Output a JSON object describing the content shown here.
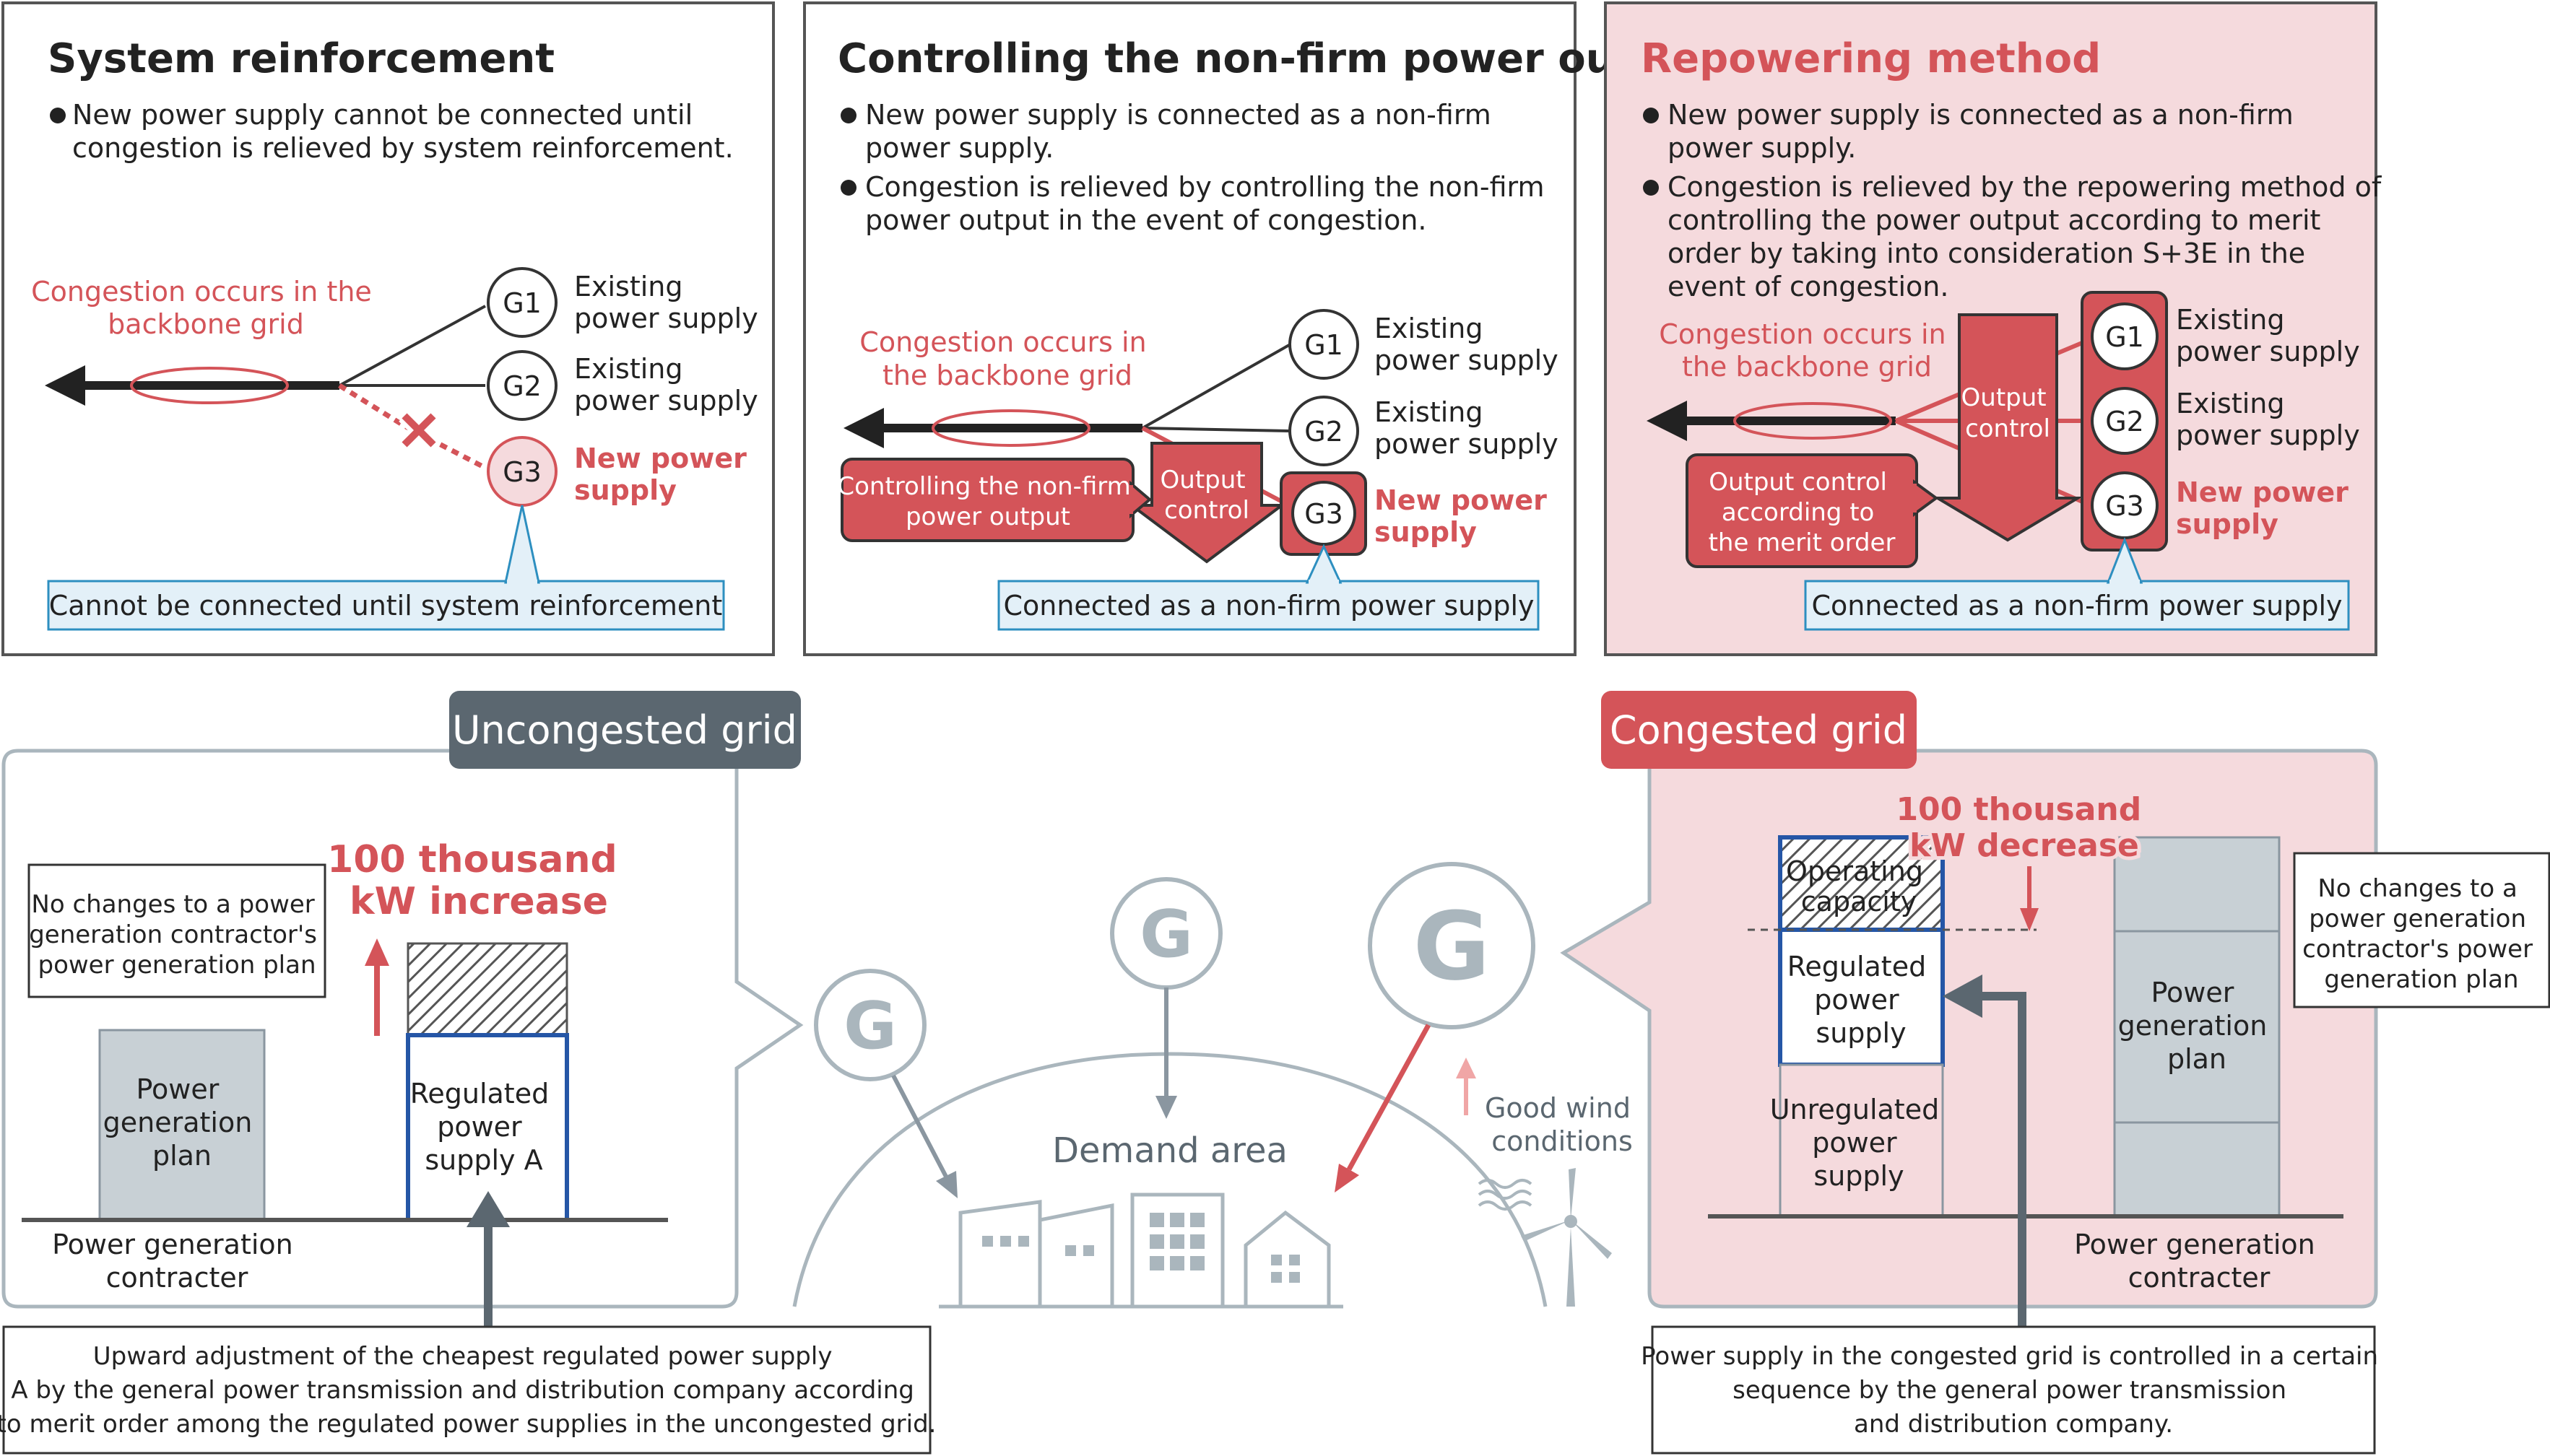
{
  "colors": {
    "red": "#d45459",
    "red_bg": "#f5dadd",
    "gray": "#aab6bd",
    "dark_gray": "#5b6770",
    "blue_frame": "#2556a6",
    "callout_bg": "#e3f0f8",
    "callout_border": "#2d8fc0"
  },
  "panel1": {
    "title": "System reinforcement",
    "bullet1": [
      "New power supply cannot be connected until",
      "congestion is relieved by system reinforcement."
    ],
    "congestion_label": [
      "Congestion occurs in the",
      "backbone grid"
    ],
    "g1": "G1",
    "g2": "G2",
    "g3": "G3",
    "existing1": [
      "Existing",
      "power supply"
    ],
    "existing2": [
      "Existing",
      "power supply"
    ],
    "new_power": [
      "New power",
      "supply"
    ],
    "callout": "Cannot be connected until system reinforcement"
  },
  "panel2": {
    "title": "Controlling the non-firm power output",
    "bullet1": [
      "New power supply is connected as a non-firm",
      "power supply."
    ],
    "bullet2": [
      "Congestion is relieved by controlling the non-firm",
      "power output in the event of congestion."
    ],
    "congestion_label": [
      "Congestion occurs in",
      "the backbone grid"
    ],
    "g1": "G1",
    "g2": "G2",
    "g3": "G3",
    "existing1": [
      "Existing",
      "power supply"
    ],
    "existing2": [
      "Existing",
      "power supply"
    ],
    "new_power": [
      "New power",
      "supply"
    ],
    "control_box": [
      "Controlling the non-firm",
      "power output"
    ],
    "output_control": [
      "Output",
      "control"
    ],
    "callout": "Connected as a non-firm power supply"
  },
  "panel3": {
    "title": "Repowering method",
    "bullet1": [
      "New power supply is connected as a non-firm",
      "power supply."
    ],
    "bullet2": [
      "Congestion is relieved by the repowering method of",
      "controlling the power output according to merit",
      "order by taking into consideration S+3E in the",
      "event of congestion."
    ],
    "congestion_label": [
      "Congestion occurs in",
      "the backbone grid"
    ],
    "g1": "G1",
    "g2": "G2",
    "g3": "G3",
    "existing1": [
      "Existing",
      "power supply"
    ],
    "existing2": [
      "Existing",
      "power supply"
    ],
    "new_power": [
      "New power",
      "supply"
    ],
    "output_control": [
      "Output",
      "control"
    ],
    "merit_box": [
      "Output control",
      "according to",
      "the merit order"
    ],
    "callout": "Connected as a non-firm power supply"
  },
  "uncongested": {
    "tag": "Uncongested grid",
    "no_changes": [
      "No changes to a power",
      "generation contractor's",
      "power generation plan"
    ],
    "increase": [
      "100 thousand",
      "kW increase"
    ],
    "plan_bar": [
      "Power",
      "generation",
      "plan"
    ],
    "regulated_bar": [
      "Regulated",
      "power",
      "supply A"
    ],
    "contractor": [
      "Power generation",
      "contracter"
    ],
    "note": [
      "Upward adjustment of the cheapest regulated power supply",
      "A by the general power transmission and distribution company according",
      "to merit order among the regulated power supplies in the uncongested grid."
    ]
  },
  "center": {
    "g_left": "G",
    "g_mid": "G",
    "g_big": "G",
    "demand": "Demand area",
    "wind": [
      "Good wind",
      "conditions"
    ]
  },
  "congested": {
    "tag": "Congested grid",
    "decrease": [
      "100 thousand",
      "kW decrease"
    ],
    "operating": [
      "Operating",
      "capacity"
    ],
    "regulated": [
      "Regulated",
      "power",
      "supply"
    ],
    "unregulated": [
      "Unregulated",
      "power",
      "supply"
    ],
    "plan_bar": [
      "Power",
      "generation",
      "plan"
    ],
    "no_changes": [
      "No changes to a",
      "power generation",
      "contractor's power",
      "generation plan"
    ],
    "contractor": [
      "Power generation",
      "contracter"
    ],
    "note": [
      "Power supply in the congested grid is controlled in a certain",
      "sequence by the general power transmission",
      "and distribution company."
    ]
  }
}
